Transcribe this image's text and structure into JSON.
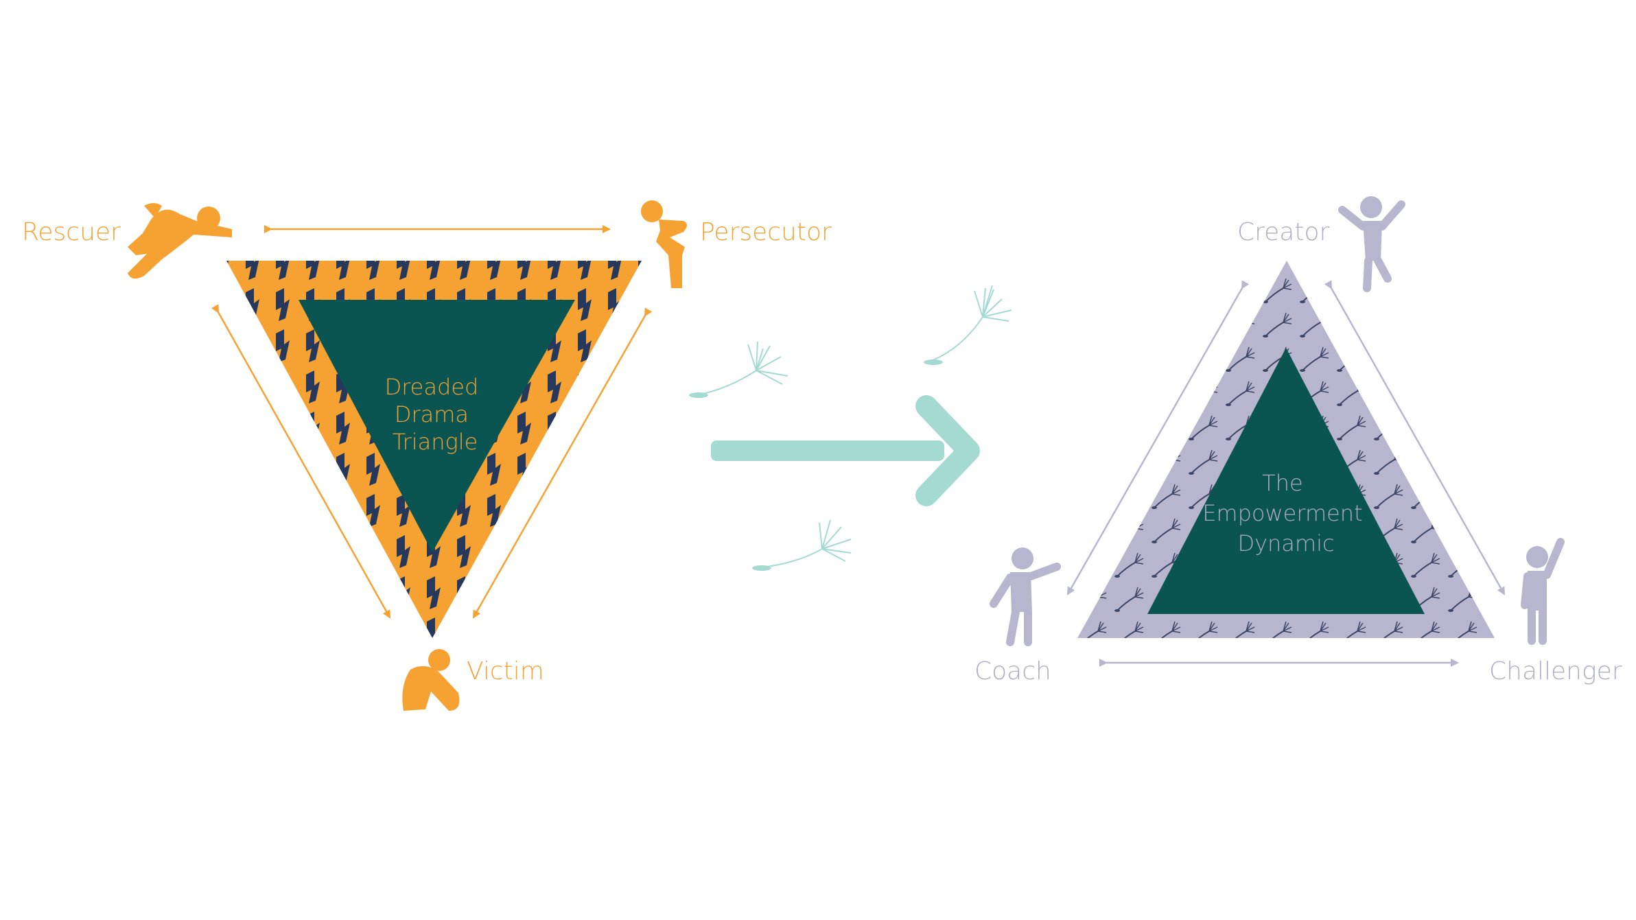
{
  "left_diagram": {
    "title_lines": [
      "Dreaded",
      "Drama",
      "Triangle"
    ],
    "roles": {
      "rescuer": "Rescuer",
      "persecutor": "Persecutor",
      "victim": "Victim"
    }
  },
  "right_diagram": {
    "title_lines": [
      "The",
      "Empowerment",
      "Dynamic"
    ],
    "roles": {
      "creator": "Creator",
      "coach": "Coach",
      "challenger": "Challenger"
    }
  },
  "colors": {
    "orange": "#F5A233",
    "navy": "#26395C",
    "teal_dark": "#0A5452",
    "mint": "#A4DAD2",
    "lavender": "#B8B6CE",
    "lavender_text": "#AEACC6",
    "lavender_pattern": "#3D4466"
  },
  "icons": {
    "rescuer": "figure-lunging-icon",
    "persecutor": "figure-pointing-icon",
    "victim": "figure-hugging-knees-icon",
    "creator": "figure-jumping-icon",
    "coach": "figure-reaching-icon",
    "challenger": "figure-raised-arm-icon",
    "seeds": "dandelion-seed-icon",
    "transition": "right-arrow-icon"
  }
}
